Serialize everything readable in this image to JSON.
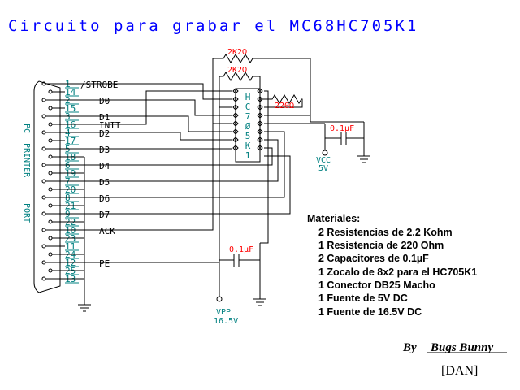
{
  "title": "Circuito para grabar el MC68HC705K1",
  "port_label": [
    "PC",
    "PRINTER",
    "PORT"
  ],
  "chip_label": [
    "H",
    "C",
    "7",
    "Ø",
    "5",
    "K",
    "1"
  ],
  "pin_numbers": [
    "1",
    "14",
    "2",
    "15",
    "3",
    "16",
    "4",
    "17",
    "5",
    "18",
    "6",
    "19",
    "7",
    "20",
    "8",
    "21",
    "9",
    "22",
    "10",
    "23",
    "11",
    "24",
    "12",
    "25",
    "13"
  ],
  "signals": {
    "strobe": "/STROBE",
    "d0": "D0",
    "d1": "D1",
    "init": "INIT",
    "d2": "D2",
    "d3": "D3",
    "d4": "D4",
    "d5": "D5",
    "d6": "D6",
    "d7": "D7",
    "ack": "ACK",
    "pe": "PE"
  },
  "components": {
    "r1": "2K2Ω",
    "r2": "2K2Ω",
    "r3": "220Ω",
    "c1": "0.1µF",
    "c2": "0.1µF",
    "vcc": "VCC",
    "vcc_value": "5V",
    "vpp": "VPP",
    "vpp_value": "16.5V"
  },
  "materials": {
    "heading": "Materiales:",
    "items": [
      "2 Resistencias de 2.2 Kohm",
      "1 Resistencia de 220 Ohm",
      "2 Capacitores de 0.1µF",
      "1 Zocalo de 8x2 para el HC705K1",
      "1 Conector DB25 Macho",
      "1 Fuente de 5V DC",
      "1 Fuente de 16.5V DC"
    ]
  },
  "author": {
    "by": "By",
    "name": "Bugs Bunny",
    "tag": "[DAN]"
  }
}
